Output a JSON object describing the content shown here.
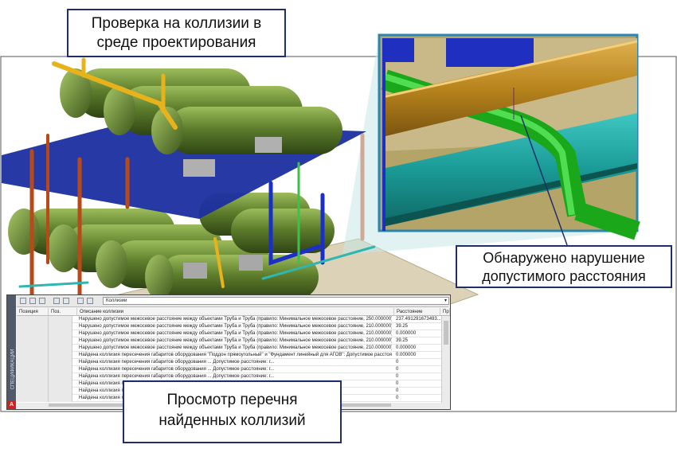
{
  "callouts": {
    "top": {
      "line1": "Проверка на коллизии в",
      "line2": "среде проектирования"
    },
    "right": {
      "line1": "Обнаружено нарушение",
      "line2": "допустимого расстояния"
    },
    "bottom": {
      "line1": "Просмотр перечня",
      "line2": "найденных коллизий"
    }
  },
  "panel": {
    "side_label": "СПЕЦИФИКАЦИИ",
    "logo": "A",
    "filter_value": "Коллизии",
    "columns": [
      "Позиция",
      "Поз.",
      "Описание коллизии",
      "Расстояние",
      "При"
    ],
    "rows": [
      {
        "desc": "Нарушено допустимое межосевое расстояние между объектами Труба и Труба (правило: Минимальное межосевое расстояние, 250.000000)",
        "dist": "237.491291673493..."
      },
      {
        "desc": "Нарушено допустимое межосевое расстояние между объектами Труба и Труба (правило: Минимальное межосевое расстояние, 210.000000)",
        "dist": "39.25"
      },
      {
        "desc": "Нарушено допустимое межосевое расстояние между объектами Труба и Труба (правило: Минимальное межосевое расстояние, 210.000000)",
        "dist": "0.000000"
      },
      {
        "desc": "Нарушено допустимое межосевое расстояние между объектами Труба и Труба (правило: Минимальное межосевое расстояние, 210.000000)",
        "dist": "39.25"
      },
      {
        "desc": "Нарушено допустимое межосевое расстояние между объектами Труба и Труба (правило: Минимальное межосевое расстояние, 210.000000)",
        "dist": "0.000000"
      },
      {
        "desc": "Найдена коллизия пересечения габаритов оборудования \"Поддон прямоугольный\" и \"Фундамент линейный для АГОВ\": Допустимое расстояние: г...",
        "dist": "0.000000"
      },
      {
        "desc": "Найдена коллизия пересечения габаритов оборудования ... Допустимое расстояние: г...",
        "dist": "0"
      },
      {
        "desc": "Найдена коллизия пересечения габаритов оборудования ... Допустимое расстояние: г...",
        "dist": "0"
      },
      {
        "desc": "Найдена коллизия пересечения габаритов оборудования ... Допустимое расстояние: г...",
        "dist": "0"
      },
      {
        "desc": "Найдена коллизия пересечения габаритов оборудования ... Допустимое расстояние: г...",
        "dist": "0"
      },
      {
        "desc": "Найдена коллизия пересечения габаритов оборудования ... Допустимое расстояние: г...",
        "dist": "0"
      },
      {
        "desc": "Найдена коллизия пересе... Допустимое расстояние: 0.00 м...",
        "dist": "0"
      }
    ]
  },
  "colors": {
    "vessel": "#5e7e2c",
    "platform": "#1b2ea0",
    "pipe_yellow": "#e8b21a",
    "pipe_red": "#b84a1a",
    "zoom_frame": "#2a86b0",
    "callout_border": "#1f2f6b"
  }
}
